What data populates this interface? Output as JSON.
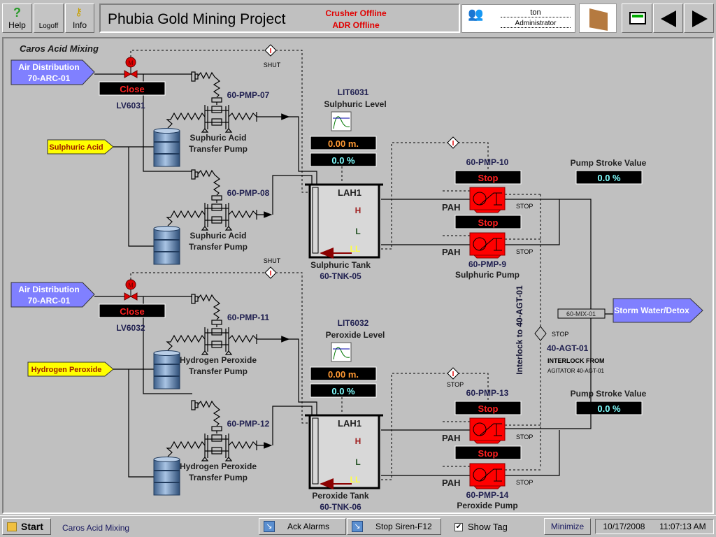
{
  "header": {
    "help": "Help",
    "logoff": "Logoff",
    "info": "Info",
    "title": "Phubia Gold Mining Project",
    "alarms": [
      "Crusher Offline",
      "ADR Offline"
    ],
    "user": "ton",
    "role": "Administrator"
  },
  "screen_title": "Caros Acid Mixing",
  "sections": [
    {
      "air": {
        "line1": "Air Distribution",
        "line2": "70-ARC-01"
      },
      "valve": {
        "status": "Close",
        "tag": "LV6031"
      },
      "shut": "SHUT",
      "chemical": "Sulphuric Acid",
      "transfer_pumps": [
        {
          "tag": "60-PMP-07",
          "name1": "Suphuric Acid",
          "name2": "Transfer Pump"
        },
        {
          "tag": "60-PMP-08",
          "name1": "Suphuric Acid",
          "name2": "Transfer Pump"
        }
      ],
      "level": {
        "tag": "LIT6031",
        "name": "Sulphuric Level",
        "value_m": "0.00 m.",
        "value_pct": "0.0 %"
      },
      "tank": {
        "lah": "LAH1",
        "h": "H",
        "l": "L",
        "ll": "LL",
        "name": "Sulphuric Tank",
        "tag": "60-TNK-05"
      },
      "interlock_stop": "",
      "dosing_pumps": [
        {
          "tag": "60-PMP-10",
          "status": "Stop"
        },
        {
          "status": "Stop"
        }
      ],
      "pah": "PAH",
      "stop": "STOP",
      "pump_tag": "60-PMP-9",
      "pump_name": "Sulphuric Pump",
      "stroke": {
        "label": "Pump Stroke Value",
        "value": "0.0 %"
      }
    },
    {
      "air": {
        "line1": "Air Distribution",
        "line2": "70-ARC-01"
      },
      "valve": {
        "status": "Close",
        "tag": "LV6032"
      },
      "shut": "SHUT",
      "chemical": "Hydrogen Peroxide",
      "transfer_pumps": [
        {
          "tag": "60-PMP-11",
          "name1": "Hydrogen Peroxide",
          "name2": "Transfer Pump"
        },
        {
          "tag": "60-PMP-12",
          "name1": "Hydrogen Peroxide",
          "name2": "Transfer Pump"
        }
      ],
      "level": {
        "tag": "LIT6032",
        "name": "Peroxide Level",
        "value_m": "0.00 m.",
        "value_pct": "0.0 %"
      },
      "tank": {
        "lah": "LAH1",
        "h": "H",
        "l": "L",
        "ll": "LL",
        "name": "Peroxide Tank",
        "tag": "60-TNK-06"
      },
      "interlock_stop": "STOP",
      "dosing_pumps": [
        {
          "tag": "60-PMP-13",
          "status": "Stop"
        },
        {
          "status": "Stop"
        }
      ],
      "pah": "PAH",
      "stop": "STOP",
      "pump_tag": "60-PMP-14",
      "pump_name": "Peroxide Pump",
      "stroke": {
        "label": "Pump Stroke Value",
        "value": "0.0 %"
      }
    }
  ],
  "mixer": {
    "tag": "60-MIX-01",
    "destination": "Storm Water/Detox",
    "interlock_text": "Interlock to 40-AGT-01",
    "stop": "STOP",
    "agitator_tag": "40-AGT-01",
    "interlock_from": "INTERLOCK FROM",
    "agitator_name": "AGITATOR 40-AGT-01"
  },
  "taskbar": {
    "start": "Start",
    "screen": "Caros Acid Mixing",
    "ack_alarms": "Ack Alarms",
    "stop_siren": "Stop Siren-F12",
    "show_tag": "Show Tag",
    "show_tag_checked": true,
    "minimize": "Minimize",
    "date": "10/17/2008",
    "time": "11:07:13 AM"
  },
  "colors": {
    "background": "#c0c0c0",
    "source_arrow": "#8080ff",
    "chemical_arrow": "#ffff00",
    "pump_stopped": "#ff0000",
    "alarm_text": "#e00000",
    "level_value": "#ff9933",
    "percent_value": "#80ffff"
  }
}
